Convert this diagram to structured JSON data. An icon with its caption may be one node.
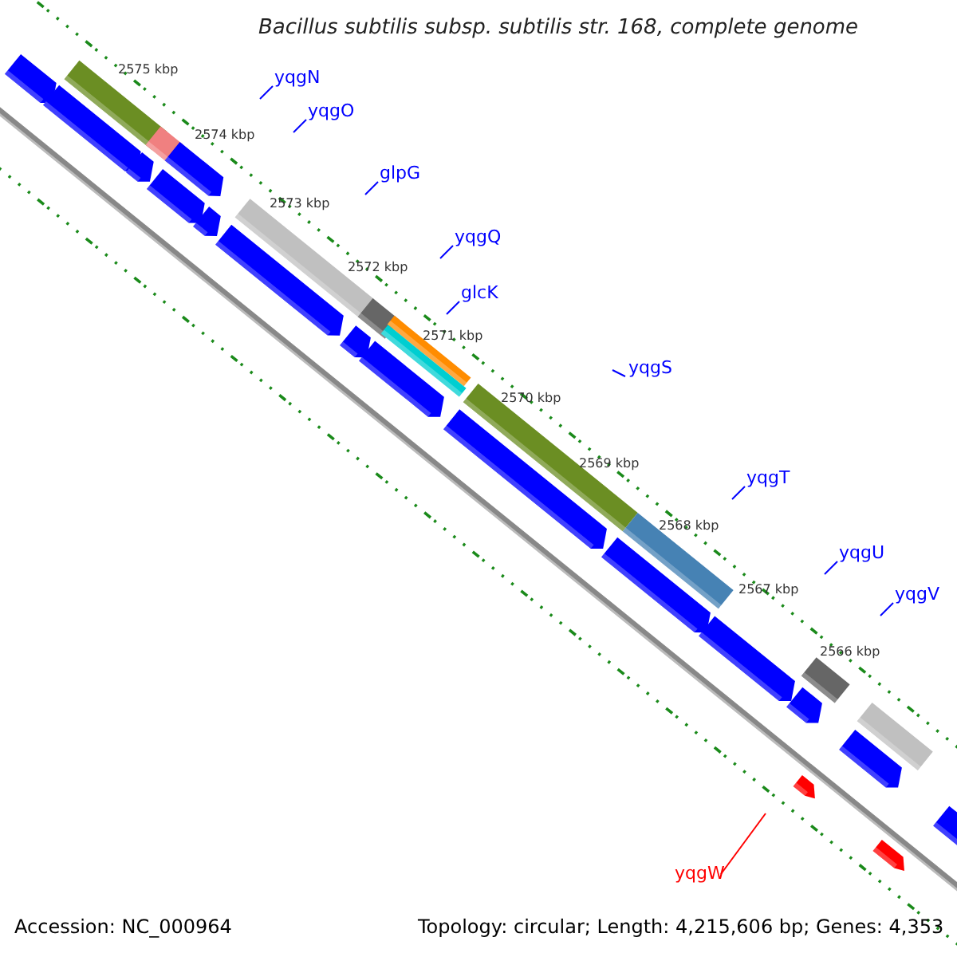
{
  "diagram": {
    "title": "Bacillus subtilis subsp. subtilis str. 168, complete genome",
    "nodes": [
      {
        "text": [
          "yqgN"
        ]
      },
      {
        "text": [
          "yqgO"
        ]
      },
      {
        "text": [
          "glpG"
        ]
      },
      {
        "text": [
          "yqgQ"
        ]
      },
      {
        "text": [
          "glcK"
        ]
      },
      {
        "text": [
          "yqgS"
        ]
      },
      {
        "text": [
          "yqgT"
        ]
      },
      {
        "text": [
          "yqgU"
        ]
      },
      {
        "text": [
          "yqgV"
        ]
      },
      {
        "text": [
          "yqgW"
        ]
      }
    ],
    "edges": [
      {
        "from": 0,
        "to": null,
        "arrow": "none"
      },
      {
        "from": 1,
        "to": null,
        "arrow": "none"
      },
      {
        "from": 2,
        "to": null,
        "arrow": "none"
      },
      {
        "from": 3,
        "to": null,
        "arrow": "none"
      },
      {
        "from": 4,
        "to": null,
        "arrow": "none"
      },
      {
        "from": 5,
        "to": null,
        "arrow": "none"
      },
      {
        "from": 6,
        "to": null,
        "arrow": "none"
      },
      {
        "from": 7,
        "to": null,
        "arrow": "none"
      },
      {
        "from": 8,
        "to": null,
        "arrow": "none"
      },
      {
        "from": 9,
        "to": null,
        "arrow": "none",
        "color": "#ff0000"
      }
    ],
    "labels": [
      "2575 kbp",
      "2574 kbp",
      "2573 kbp",
      "2572 kbp",
      "2571 kbp",
      "2570 kbp",
      "2569 kbp",
      "2568 kbp",
      "2567 kbp",
      "2566 kbp",
      "Accession: NC_000964",
      "Topology: circular; Length: 4,215,606 bp; Genes: 4,353"
    ]
  }
}
